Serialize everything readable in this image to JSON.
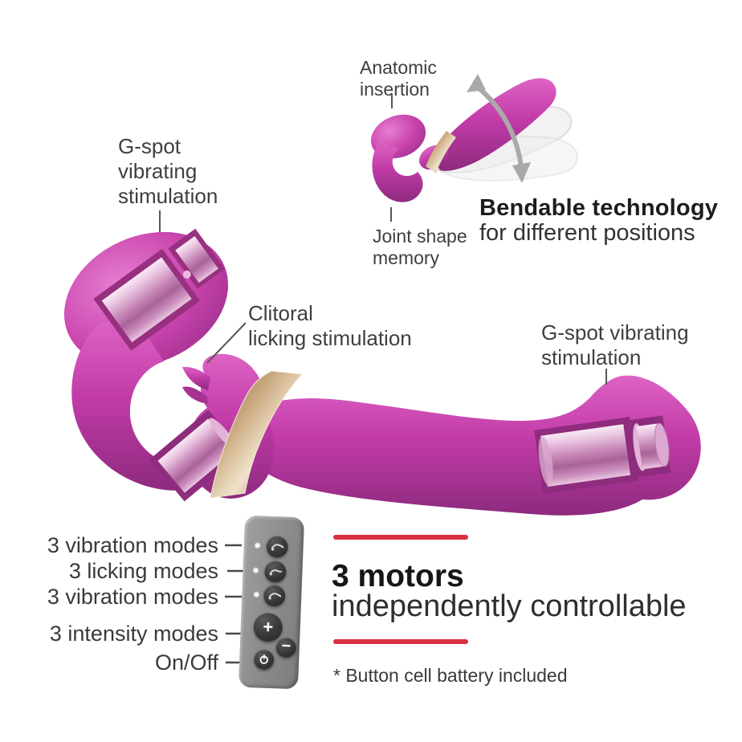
{
  "colors": {
    "accent_red": "#d8303f",
    "product_pink": "#c43cab",
    "gold_band": "#caa87e",
    "remote_gray": "#8d8d8d"
  },
  "top_feature": {
    "anatomic": {
      "lines": [
        "Anatomic",
        "insertion"
      ]
    },
    "joint": {
      "lines": [
        "Joint shape",
        "memory"
      ]
    },
    "bendable": {
      "bold": "Bendable technology",
      "rest": "for different positions"
    }
  },
  "product_labels": {
    "left_gspot": {
      "lines": [
        "G-spot",
        "vibrating",
        "stimulation"
      ]
    },
    "clitoral": {
      "lines": [
        "Clitoral",
        "licking stimulation"
      ]
    },
    "right_gspot": {
      "lines": [
        "G-spot vibrating",
        "stimulation"
      ]
    }
  },
  "remote": {
    "modes": [
      "3 vibration modes",
      "3 licking modes",
      "3 vibration modes",
      "3 intensity modes",
      "On/Off"
    ],
    "plus_label": "+",
    "minus_label": "−"
  },
  "motors": {
    "headline_bold": "3 motors",
    "headline_rest": "independently controllable",
    "footnote": "* Button cell battery included"
  }
}
